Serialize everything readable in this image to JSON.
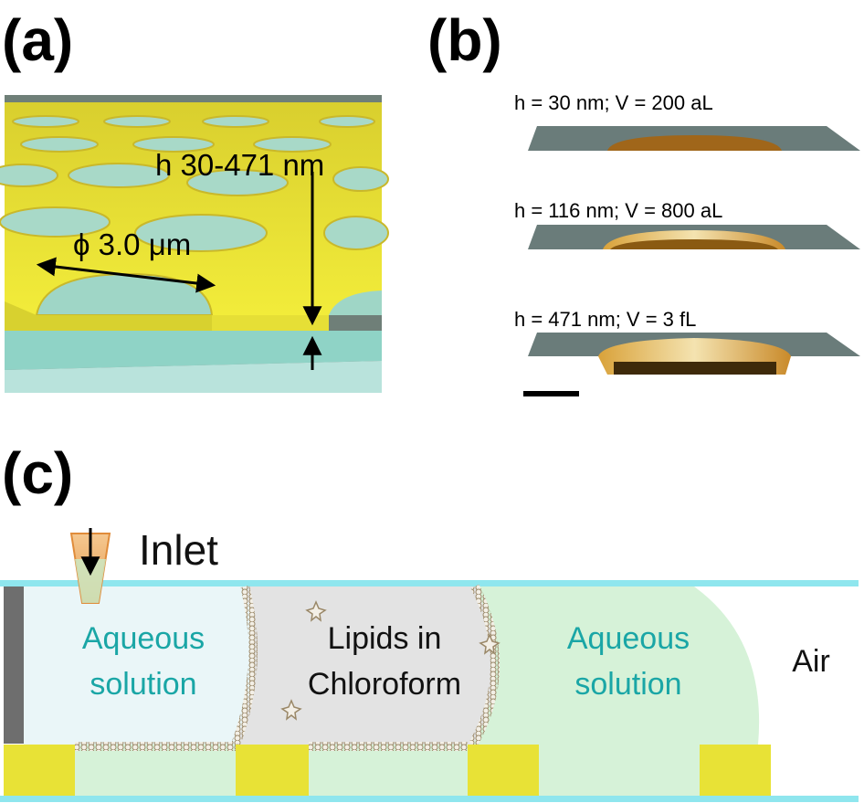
{
  "panels": {
    "a": {
      "label": "(a)",
      "height_annotation": "h 30-471 nm",
      "diameter_annotation": "ϕ 3.0 μm"
    },
    "b": {
      "label": "(b)",
      "profiles": [
        "h = 30 nm; V = 200 aL",
        "h = 116 nm; V = 800 aL",
        "h = 471 nm; V = 3 fL"
      ]
    },
    "c": {
      "label": "(c)",
      "inlet": "Inlet",
      "left_aqueous": [
        "Aqueous",
        "solution"
      ],
      "lipids": [
        "Lipids in",
        "Chloroform"
      ],
      "right_aqueous": [
        "Aqueous",
        "solution"
      ],
      "air": "Air"
    }
  },
  "colors": {
    "gold": "#e8e236",
    "glass": "#7fc9c0",
    "dark_gray": "#6f7f78",
    "aqueous_text": "#1aa6a6",
    "channel_cyan": "#8fe6ee",
    "aqueous_fill": "#d6f2d8",
    "chloroform_fill": "#e3e3e3"
  }
}
